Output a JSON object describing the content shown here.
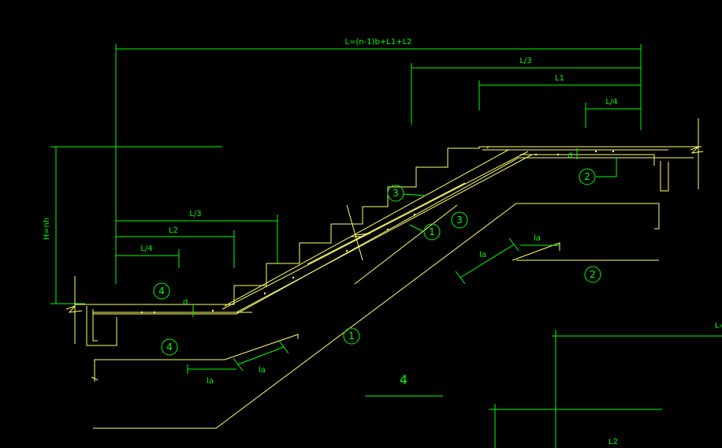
{
  "dims": {
    "total": "L=(n-1)b+L1+L2",
    "top_l3": "L/3",
    "top_l1": "L1",
    "top_l4": "L/4",
    "height": "H=nh",
    "low_l3": "L/3",
    "low_l2": "L2",
    "low_l4": "L/4",
    "right_edge": "L=",
    "bottom_l2": "L2"
  },
  "bar_labels": {
    "bar1_upper": "1",
    "bar1_lower": "1",
    "bar2_top": "2",
    "bar2_mid": "2",
    "bar3_upper": "3",
    "bar3_lower": "3",
    "bar4_left": "4",
    "bar4_lower": "4",
    "bar4_big": "4"
  },
  "anchor_labels": {
    "la_mid": "la",
    "la_right": "la",
    "la_low1": "la",
    "la_low2": "la"
  },
  "cover_marks": {
    "d_top": "d",
    "d_low": "d"
  }
}
